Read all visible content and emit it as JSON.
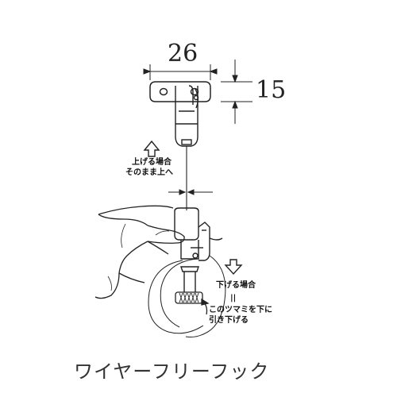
{
  "dimensions": {
    "width": "26",
    "height": "15"
  },
  "notes": {
    "lift_line1": "上げる場合",
    "lift_line2": "そのまま上へ",
    "lower_title": "下げる場合",
    "lower_equals": "||",
    "pinch_line1": "このツマミを下に",
    "pinch_line2": "引き下げる"
  },
  "caption": "ワイヤーフリーフック",
  "icons": [
    "arrow-up-icon",
    "arrow-down-icon",
    "curved-arrow-icon"
  ]
}
